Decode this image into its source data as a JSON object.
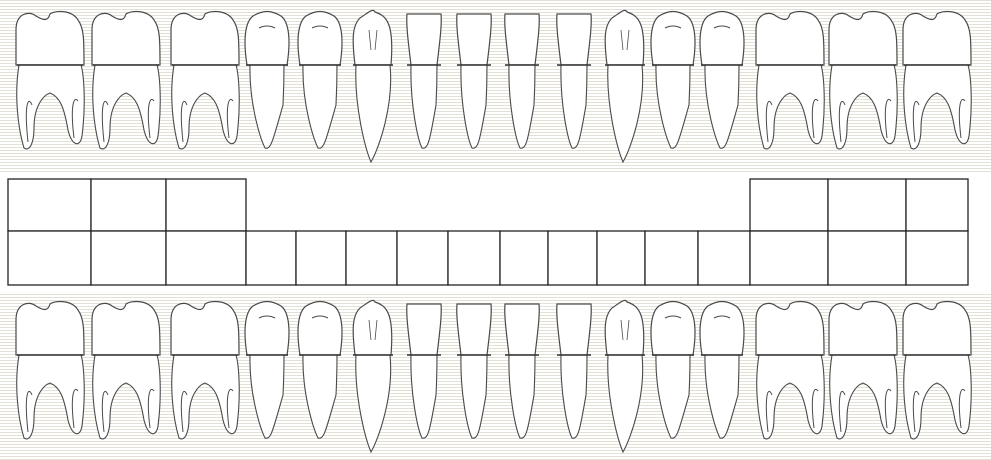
{
  "colors": {
    "background": "#ffffff",
    "scanlines": "#dcd8cc",
    "tooth_outline": "#4a4a4a",
    "tooth_fill": "#ffffff",
    "cej_line": "#2f2f2f",
    "box_border": "#222222",
    "box_fill": "#ffffff"
  },
  "upper_row": {
    "teeth": [
      "molar",
      "molar",
      "molar",
      "premolar",
      "premolar",
      "canine",
      "incisor",
      "incisor",
      "incisor",
      "incisor",
      "canine",
      "premolar",
      "premolar",
      "molar",
      "molar",
      "molar"
    ]
  },
  "lower_row": {
    "teeth": [
      "molar",
      "molar",
      "molar",
      "premolar",
      "premolar",
      "canine",
      "incisor",
      "incisor",
      "incisor",
      "incisor",
      "canine",
      "premolar",
      "premolar",
      "molar",
      "molar",
      "molar"
    ]
  },
  "boxes": {
    "top_row_left_count": 3,
    "top_row_right_count": 3,
    "bottom_row_count": 16
  }
}
